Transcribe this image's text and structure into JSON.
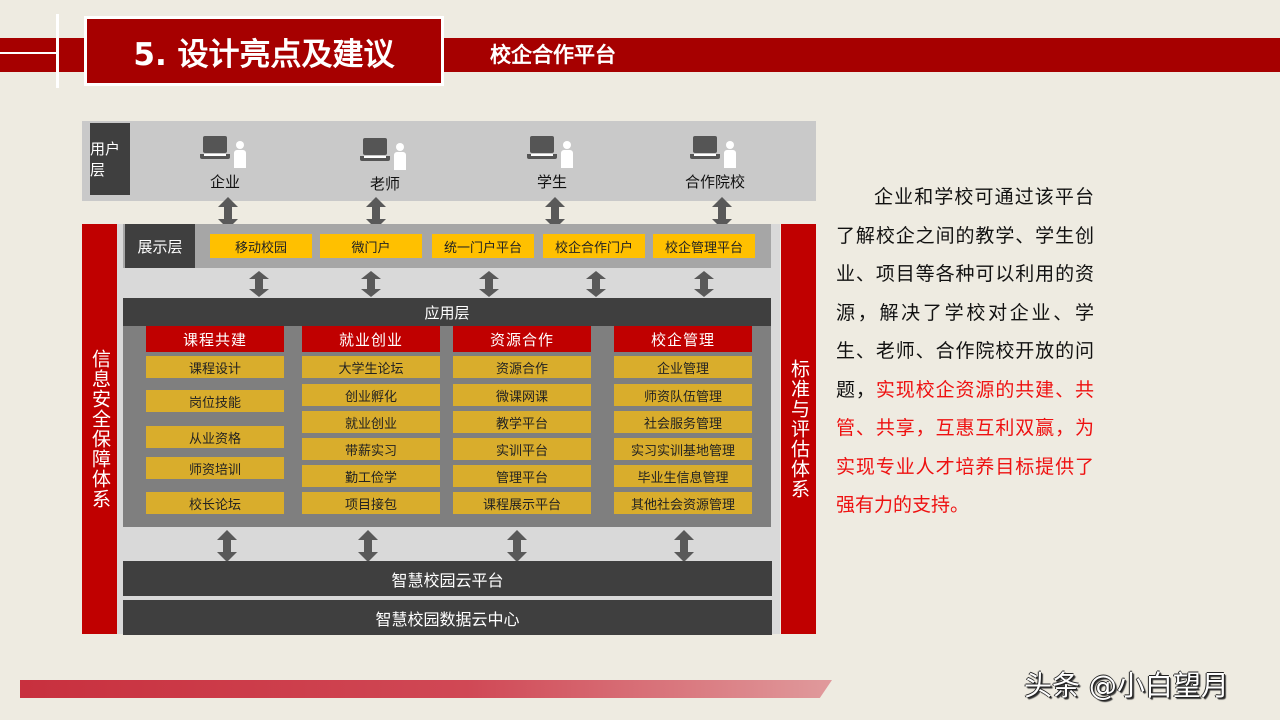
{
  "header": {
    "section_title": "5. 设计亮点及建议",
    "subtitle": "校企合作平台"
  },
  "colors": {
    "brand_red": "#a60000",
    "accent_red": "#c00000",
    "yellow": "#ffc000",
    "gold": "#d9ad2c",
    "dark": "#3f3f3f"
  },
  "diagram": {
    "user_layer": {
      "label": "用户层",
      "users": [
        {
          "label": "企业",
          "icon": "laptop-user-icon"
        },
        {
          "label": "老师",
          "icon": "laptop-user-icon"
        },
        {
          "label": "学生",
          "icon": "laptop-user-icon"
        },
        {
          "label": "合作院校",
          "icon": "laptop-user-icon"
        }
      ]
    },
    "left_bar": "信息安全保障体系",
    "right_bar": "标准与评估体系",
    "display_layer": {
      "label": "展示层",
      "items": [
        "移动校园",
        "微门户",
        "统一门户平台",
        "校企合作门户",
        "校企管理平台"
      ]
    },
    "app_layer": {
      "label": "应用层",
      "columns": [
        {
          "title": "课程共建",
          "items": [
            "课程设计",
            "岗位技能",
            "从业资格",
            "师资培训",
            "校长论坛"
          ]
        },
        {
          "title": "就业创业",
          "items": [
            "大学生论坛",
            "创业孵化",
            "就业创业",
            "带薪实习",
            "勤工俭学",
            "项目接包"
          ]
        },
        {
          "title": "资源合作",
          "items": [
            "资源合作",
            "微课网课",
            "教学平台",
            "实训平台",
            "管理平台",
            "课程展示平台"
          ]
        },
        {
          "title": "校企管理",
          "items": [
            "企业管理",
            "师资队伍管理",
            "社会服务管理",
            "实习实训基地管理",
            "毕业生信息管理",
            "其他社会资源管理"
          ]
        }
      ]
    },
    "cloud_platform": "智慧校园云平台",
    "data_center": "智慧校园数据云中心"
  },
  "description": {
    "normal": "企业和学校可通过该平台了解校企之间的教学、学生创业、项目等各种可以利用的资源，解决了学校对企业、学生、老师、合作院校开放的问题，",
    "highlight": "实现校企资源的共建、共管、共享，互惠互利双赢，为实现专业人才培养目标提供了强有力的支持。"
  },
  "watermark": "头条 @小白望月"
}
